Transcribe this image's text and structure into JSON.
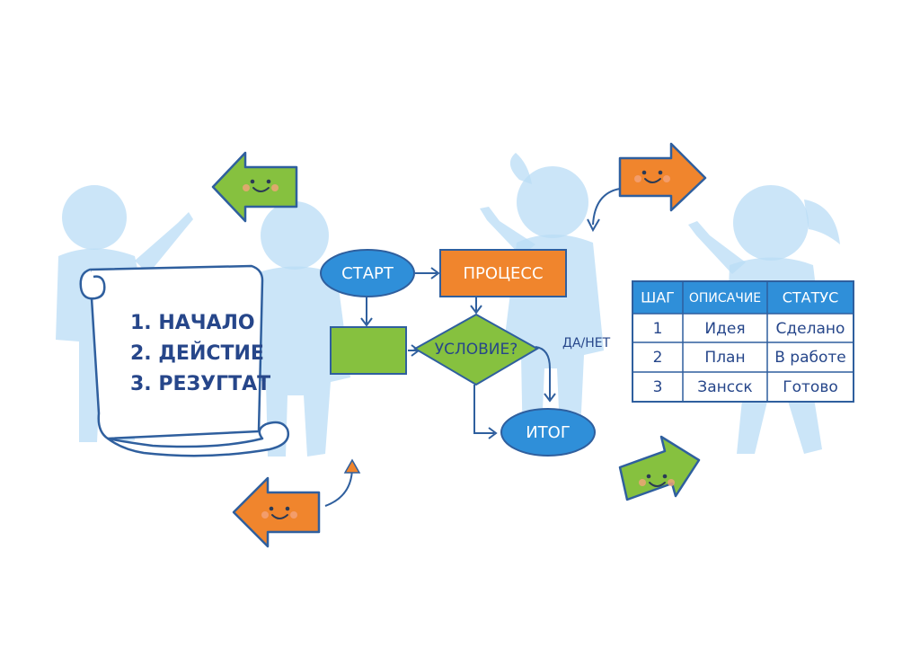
{
  "scroll": {
    "lines": [
      "1. НАЧАЛО",
      "2. ДЕЙСТИЕ",
      "3. РЕЗУГТАТ"
    ]
  },
  "flowchart": {
    "start": "СТАРТ",
    "process": "ПРОЦЕСС",
    "condition": "УСЛОВИЕ?",
    "branch_label": "ДА/НЕТ",
    "result": "ИТОГ",
    "colors": {
      "blue": "#2f8fd9",
      "orange": "#f0852d",
      "green": "#86c13f",
      "outline": "#2f5f9e"
    }
  },
  "table": {
    "headers": [
      "ШАГ",
      "ОПИСАЧИЕ",
      "СТАТУС"
    ],
    "rows": [
      [
        "1",
        "Идея",
        "Сделано"
      ],
      [
        "2",
        "План",
        "В работе"
      ],
      [
        "3",
        "Зансск",
        "Готово"
      ]
    ],
    "header_color": "#2f8fd9"
  },
  "decor": {
    "arrows": [
      "green-smiley-arrow",
      "orange-smiley-arrow",
      "orange-smiley-arrow",
      "green-smiley-arrow"
    ],
    "figures": [
      "child-silhouette"
    ]
  }
}
